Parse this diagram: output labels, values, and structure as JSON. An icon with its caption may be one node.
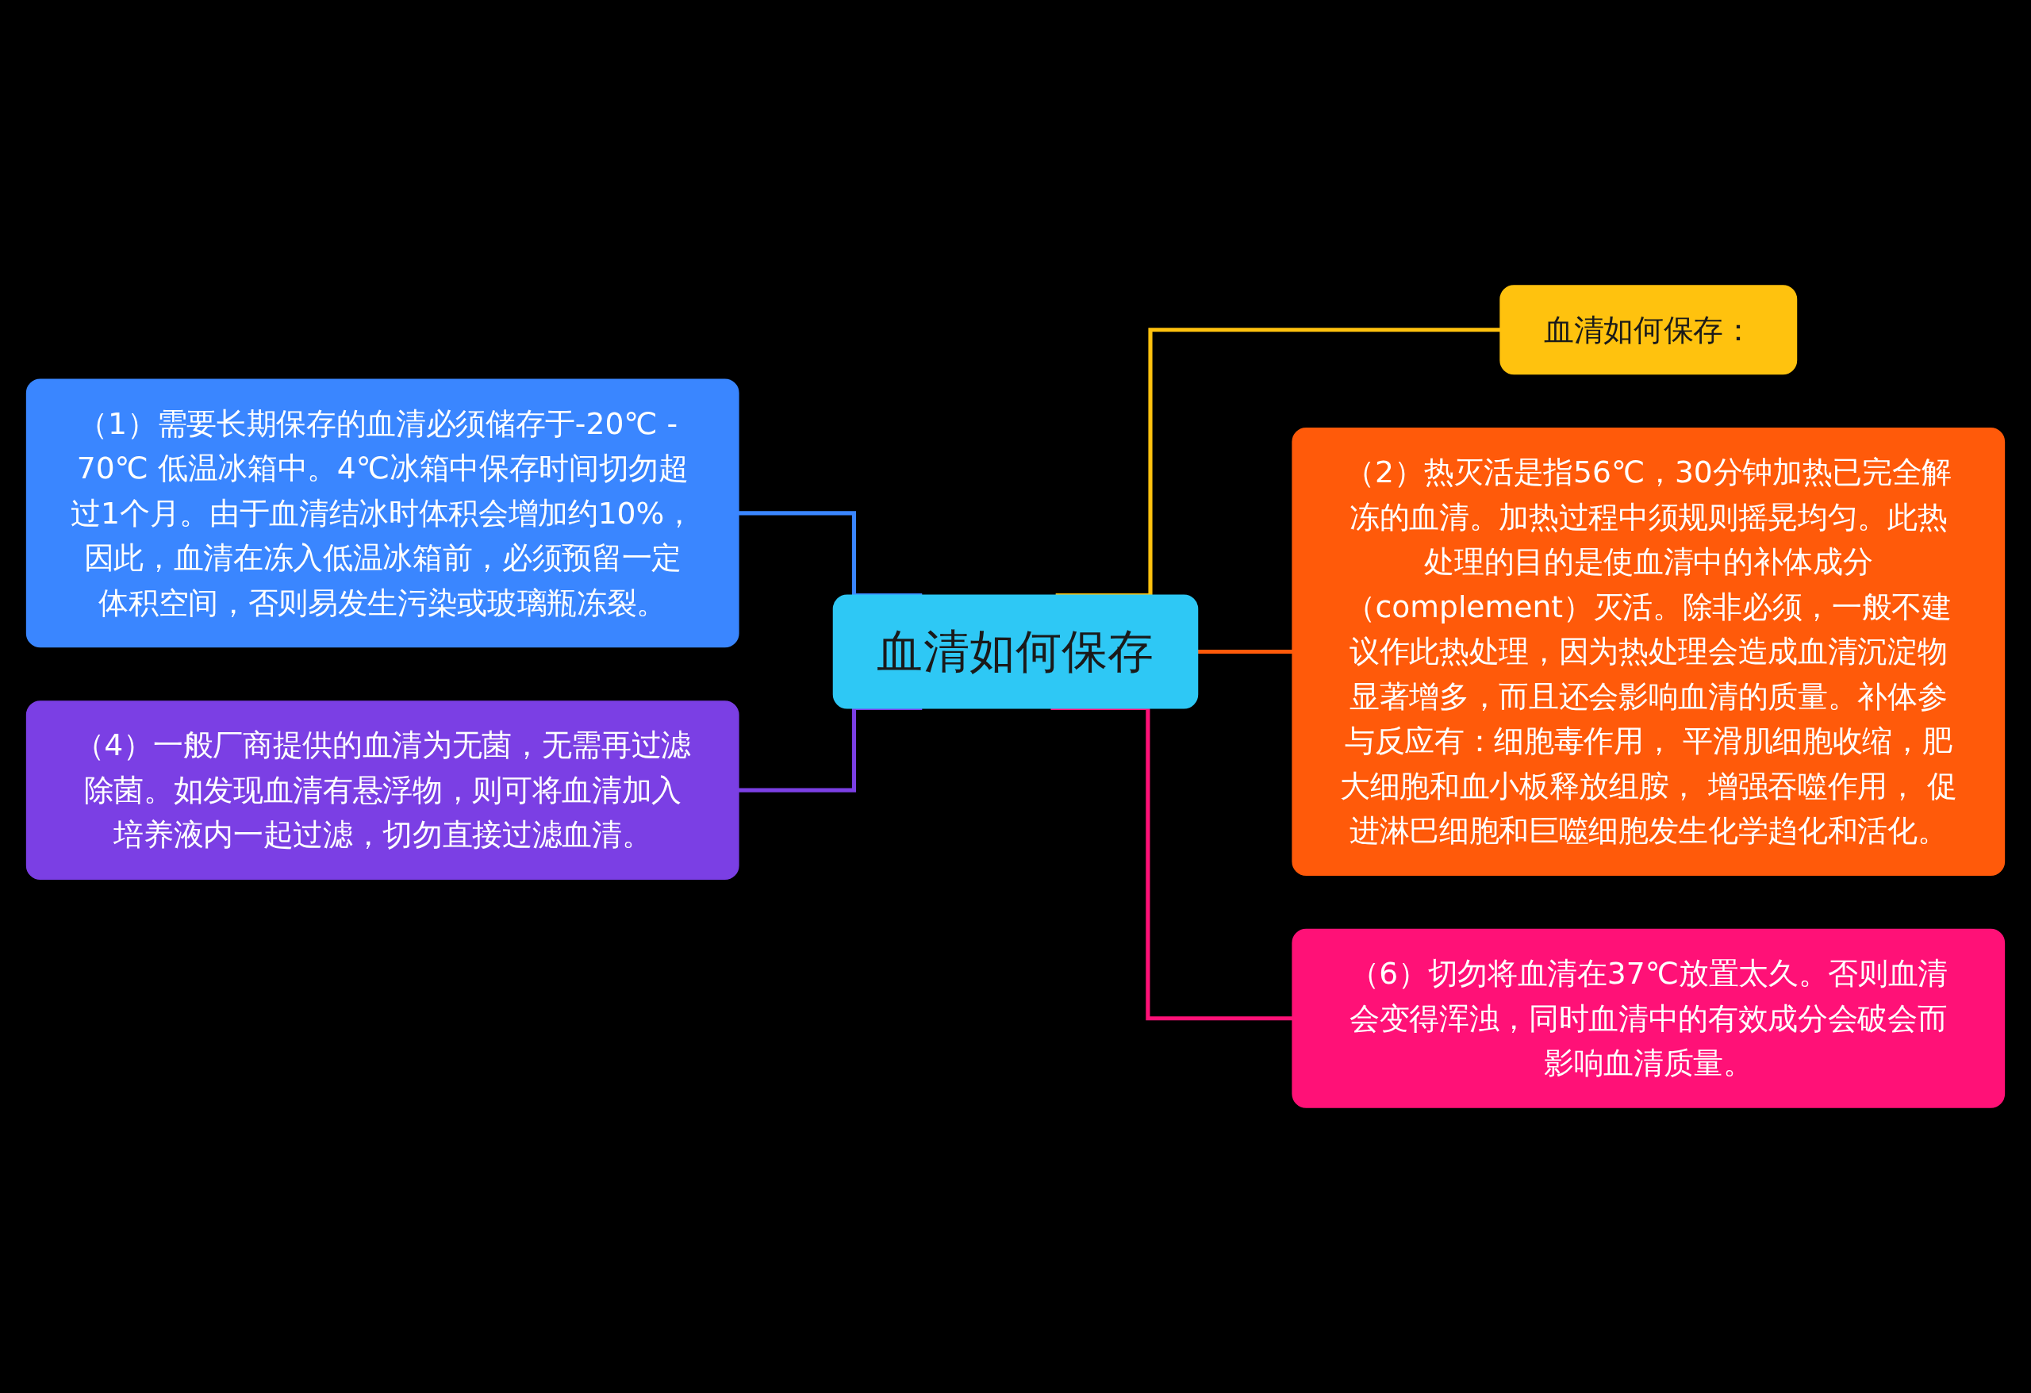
{
  "diagram": {
    "nodes": [
      {
        "text": [
          "血清如何保存"
        ]
      },
      {
        "text": [
          "（1）需要长期保存的血清必须储存于-20℃ - 70℃ 低温冰箱中。4℃冰箱中保存时间切勿超过1个月。由于血清结冰时体积会增加约10%，因此，血清在冻入低温冰箱前，必须预留一定体积空间，否则易发生污染或玻璃瓶冻裂。"
        ]
      },
      {
        "text": [
          "（4）一般厂商提供的血清为无菌，无需再过滤除菌。如发现血清有悬浮物，则可将血清加入培养液内一起过滤，切勿直接过滤血清。"
        ]
      },
      {
        "text": [
          "血清如何保存："
        ]
      },
      {
        "text": [
          "（2）热灭活是指56℃，30分钟加热已完全解冻的血清。加热过程中须规则摇晃均匀。此热处理的目的是使血清中的补体成分（complement）灭活。除非必须，一般不建议作此热处理，因为热处理会造成血清沉淀物显著增多，而且还会影响血清的质量。补体参与反应有：细胞毒作用， 平滑肌细胞收缩，肥大细胞和血小板释放组胺， 增强吞噬作用， 促进淋巴细胞和巨噬细胞发生化学趋化和活化。"
        ]
      },
      {
        "text": [
          "（6）切勿将血清在37℃放置太久。否则血清会变得浑浊，同时血清中的有效成分会破会而影响血清质量。"
        ]
      }
    ],
    "edges": [
      {
        "from": 1,
        "to": 0,
        "arrow": "none",
        "color": "#3a86ff"
      },
      {
        "from": 2,
        "to": 0,
        "arrow": "none",
        "color": "#7b3fe4"
      },
      {
        "from": 0,
        "to": 3,
        "arrow": "none",
        "color": "#ffc20e"
      },
      {
        "from": 0,
        "to": 4,
        "arrow": "none",
        "color": "#ff5a0a"
      },
      {
        "from": 0,
        "to": 5,
        "arrow": "none",
        "color": "#ff1177"
      }
    ]
  }
}
